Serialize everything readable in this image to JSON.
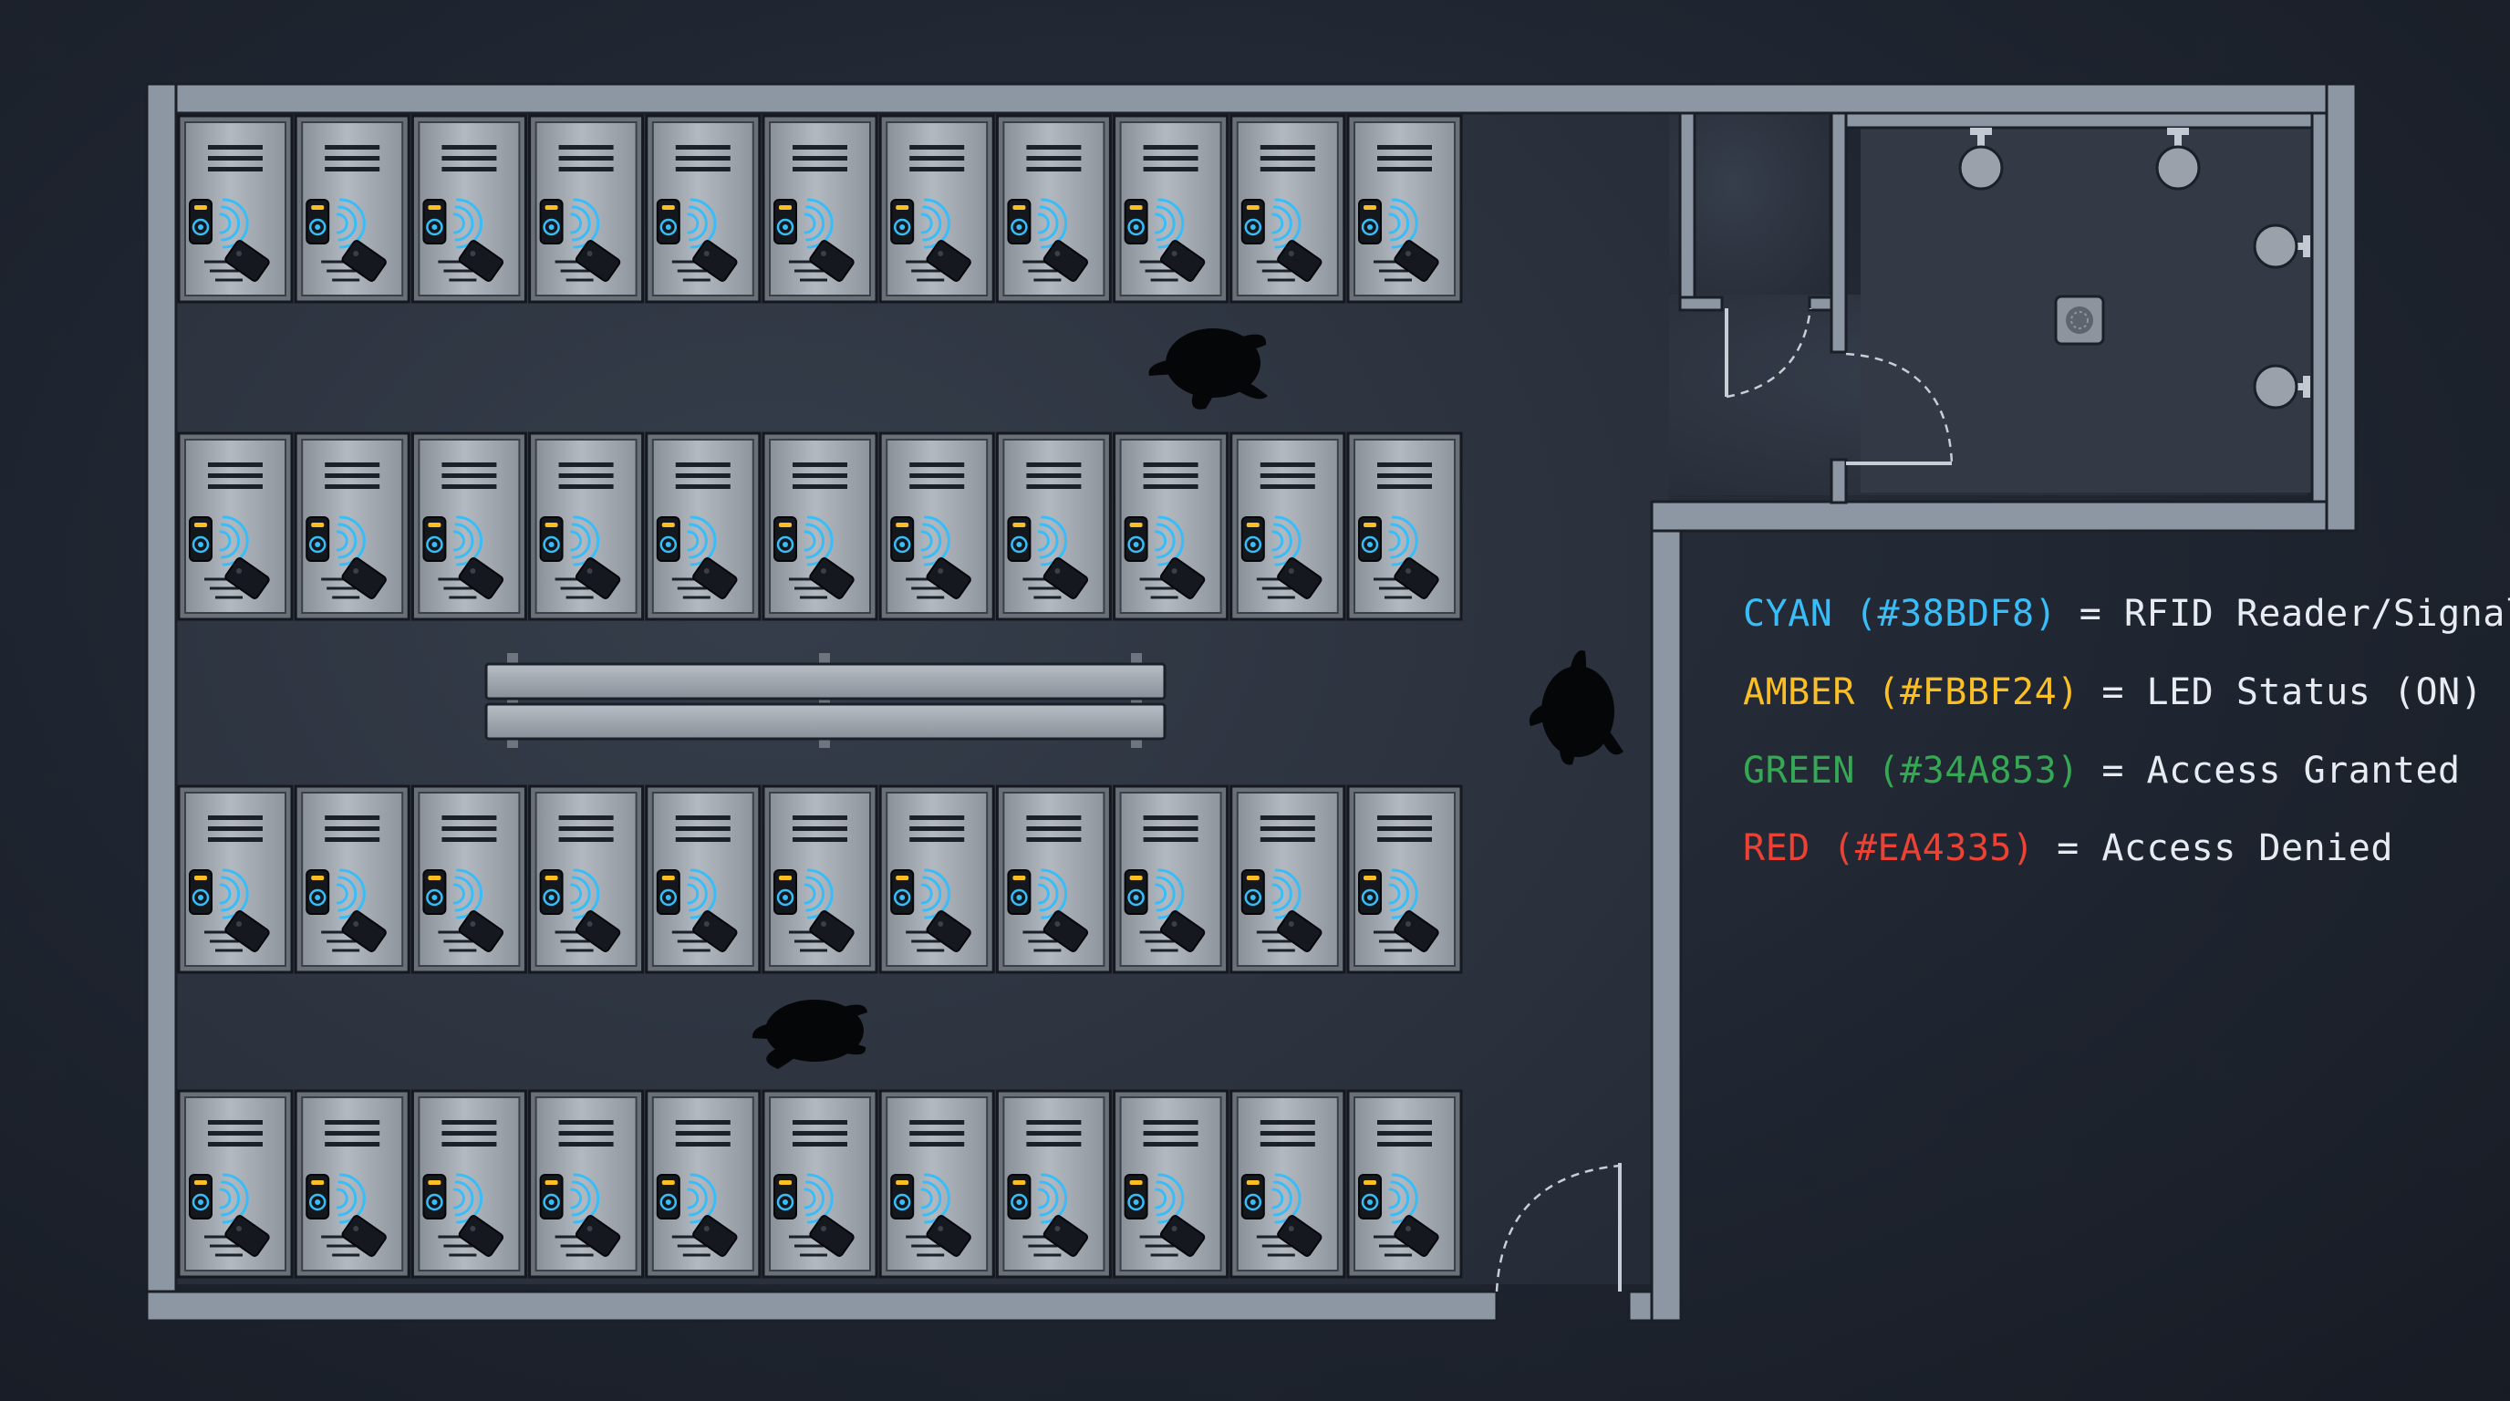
{
  "colors": {
    "cyan": "#38BDF8",
    "amber": "#FBBF24",
    "green": "#34A853",
    "red": "#EA4335",
    "wall": "#8d96a3",
    "floor": "#2a313d",
    "locker": "#a3a9b1"
  },
  "locker_rows": [
    {
      "count": 11,
      "lockers": [
        "locker",
        "locker",
        "locker",
        "locker",
        "locker",
        "locker",
        "locker",
        "locker",
        "locker",
        "locker",
        "locker"
      ]
    },
    {
      "count": 11,
      "lockers": [
        "locker",
        "locker",
        "locker",
        "locker",
        "locker",
        "locker",
        "locker",
        "locker",
        "locker",
        "locker",
        "locker"
      ]
    },
    {
      "count": 11,
      "lockers": [
        "locker",
        "locker",
        "locker",
        "locker",
        "locker",
        "locker",
        "locker",
        "locker",
        "locker",
        "locker",
        "locker"
      ]
    },
    {
      "count": 11,
      "lockers": [
        "locker",
        "locker",
        "locker",
        "locker",
        "locker",
        "locker",
        "locker",
        "locker",
        "locker",
        "locker",
        "locker"
      ]
    }
  ],
  "icons": [
    "rfid-reader-icon",
    "rfid-signal-icon",
    "rfid-card-icon",
    "vent-slot-icon",
    "person-icon",
    "shower-head-icon",
    "floor-drain-icon",
    "door-swing-icon"
  ],
  "legend": [
    {
      "key": "CYAN (#38BDF8)",
      "desc": "= RFID Reader/Signal",
      "color": "#38BDF8"
    },
    {
      "key": "AMBER (#FBBF24)",
      "desc": "= LED Status (ON)",
      "color": "#FBBF24"
    },
    {
      "key": "GREEN (#34A853)",
      "desc": "= Access Granted",
      "color": "#34A853"
    },
    {
      "key": "RED (#EA4335)",
      "desc": "= Access Denied",
      "color": "#EA4335"
    }
  ]
}
